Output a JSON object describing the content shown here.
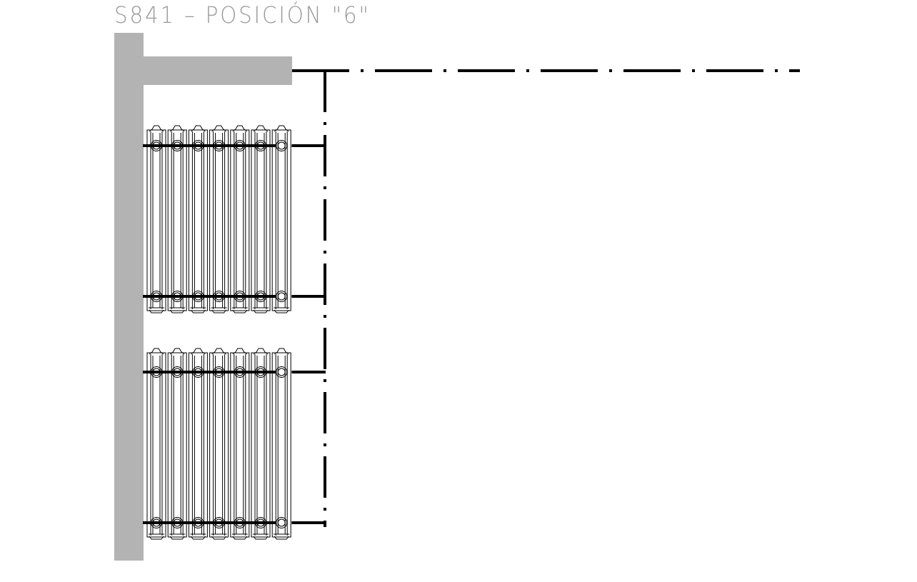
{
  "title": "S841 – POSICIÓN \"6\"",
  "colors": {
    "wall": "#b3b3b3",
    "line": "#000000",
    "title": "#999999"
  },
  "radiator_units": [
    {
      "name": "upper",
      "sections": 7
    },
    {
      "name": "lower",
      "sections": 7
    }
  ]
}
